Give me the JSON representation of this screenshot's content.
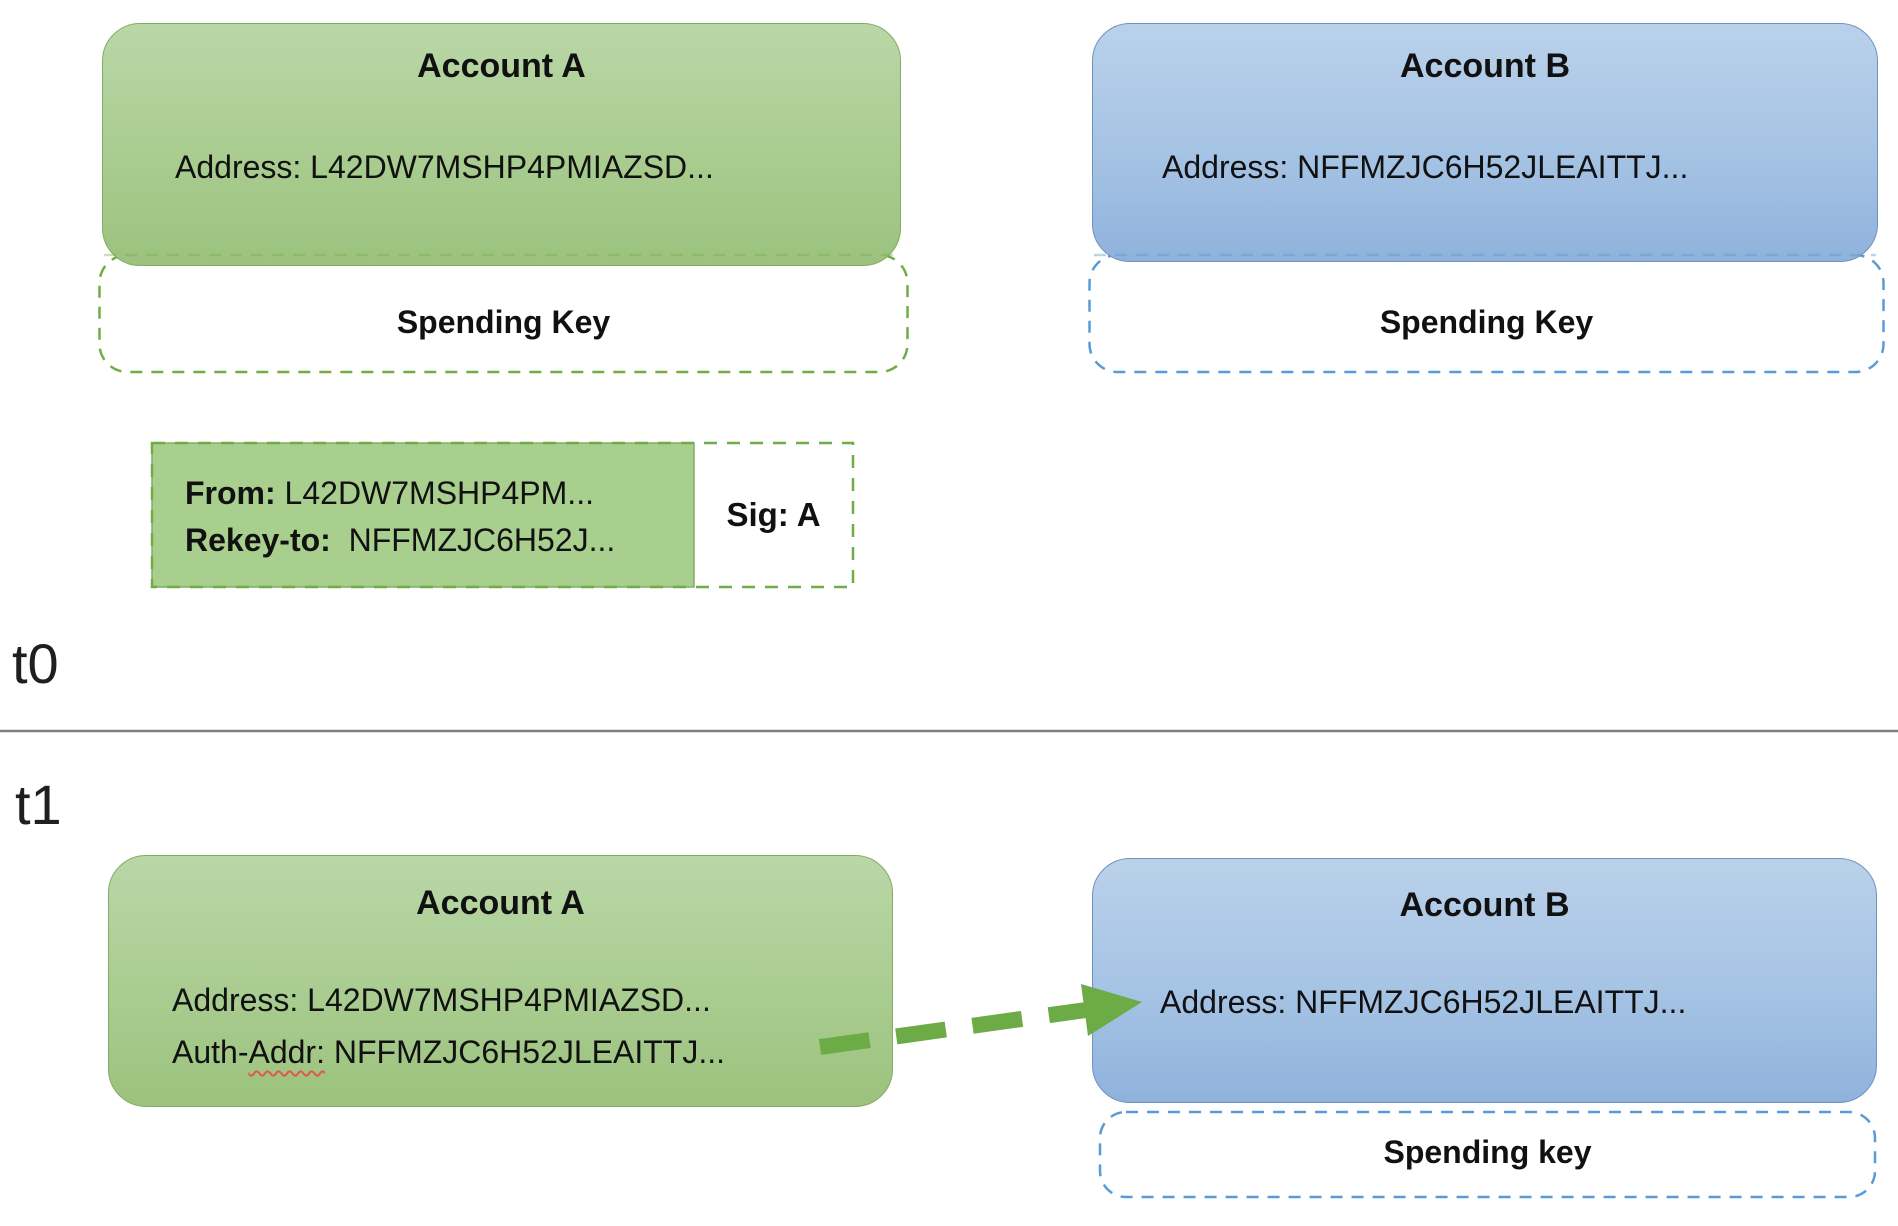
{
  "t0": {
    "label": "t0",
    "account_a": {
      "title": "Account A",
      "address": "Address: L42DW7MSHP4PMIAZSD...",
      "spending_key": "Spending Key"
    },
    "account_b": {
      "title": "Account B",
      "address": "Address: NFFMZJC6H52JLEAITTJ...",
      "spending_key": "Spending Key"
    },
    "transaction": {
      "from_label": "From:",
      "from_value": " L42DW7MSHP4PM...",
      "rekey_label": "Rekey-to:",
      "rekey_value": "  NFFMZJC6H52J...",
      "sig": "Sig: A"
    }
  },
  "t1": {
    "label": "t1",
    "account_a": {
      "title": "Account A",
      "address": "Address: L42DW7MSHP4PMIAZSD...",
      "auth_prefix": "Auth-",
      "auth_misspelled": "Addr:",
      "auth_rest": " NFFMZJC6H52JLEAITTJ..."
    },
    "account_b": {
      "title": "Account B",
      "address": "Address: NFFMZJC6H52JLEAITTJ...",
      "spending_key": "Spending key"
    }
  },
  "colors": {
    "green_dash": "#70ad47",
    "green_border": "#84aa67",
    "green_fill_top": "#b9d7a7",
    "green_fill_bottom": "#9cc27e",
    "blue_dash": "#5b9bd5",
    "blue_border": "#7092bd",
    "blue_fill_top": "#bad1ea",
    "blue_fill_bottom": "#8fb2dc",
    "txn_green_fill": "#a9cf8f",
    "arrow_green": "#6dab47",
    "divider_gray": "#7f7f7f",
    "squiggle_red": "#e2574c",
    "text": "#111111"
  }
}
